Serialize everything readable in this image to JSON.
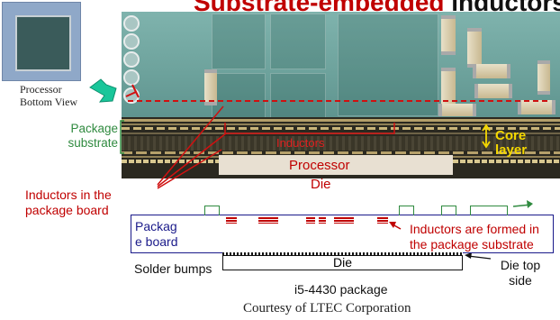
{
  "title": {
    "part1": "Substrate-embedded",
    "part2": " inductors"
  },
  "inset": {
    "caption_line1": "Processor",
    "caption_line2": "Bottom View"
  },
  "labels": {
    "package_substrate_line1": "Package",
    "package_substrate_line2": "substrate",
    "inductors": "Inductors",
    "core_layer": "Core layer",
    "processor": "Processor",
    "die_upper": "Die",
    "inductors_in_board_line1": "Inductors in the",
    "inductors_in_board_line2": "package board",
    "package_board_line1": "Packag",
    "package_board_line2": "e board",
    "inductors_formed_line1": "Inductors are formed in",
    "inductors_formed_line2": "the package substrate",
    "solder_bumps": "Solder bumps",
    "die_lower": "Die",
    "die_top_side_line1": "Die top",
    "die_top_side_line2": "side",
    "package_name": "i5-4430 package",
    "courtesy": "Courtesy of LTEC Corporation"
  },
  "colors": {
    "accent_red": "#c00000",
    "green": "#2f8a3f",
    "board_blue": "#1a1a8a",
    "core_yellow": "#f5d800"
  },
  "icons": [
    "arrow-icon",
    "core-layer-bracket-icon"
  ]
}
